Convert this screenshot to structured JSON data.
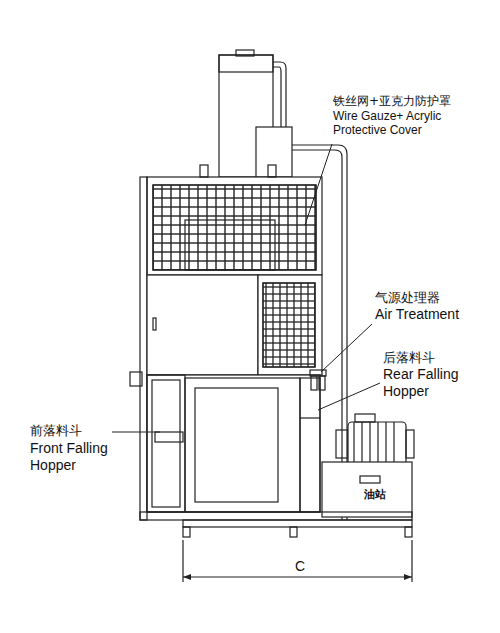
{
  "diagram": {
    "labels": [
      "铁丝网+亚克力防护罩",
      "Wire Gauze+ Acrylic Protective Cover",
      "气源处理器",
      "Air Treatment",
      "后落料斗",
      "Rear Falling Hopper",
      "前落料斗",
      "Front Falling Hopper",
      "油站",
      "C"
    ]
  }
}
